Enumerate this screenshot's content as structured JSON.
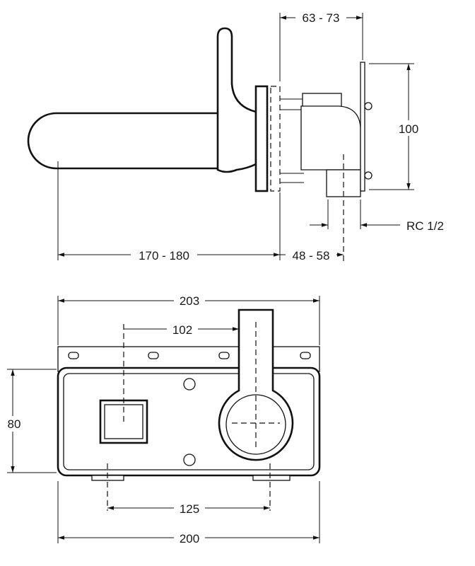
{
  "side_view": {
    "dim_projection": "63 - 73",
    "dim_height": "100",
    "dim_thread": "RC 1/2",
    "dim_spout_length": "170 - 180",
    "dim_body_depth": "48 - 58"
  },
  "top_view": {
    "dim_plate_width": "203",
    "dim_spacing": "102",
    "dim_depth": "80",
    "dim_feet_spacing": "125",
    "dim_body_width": "200"
  }
}
